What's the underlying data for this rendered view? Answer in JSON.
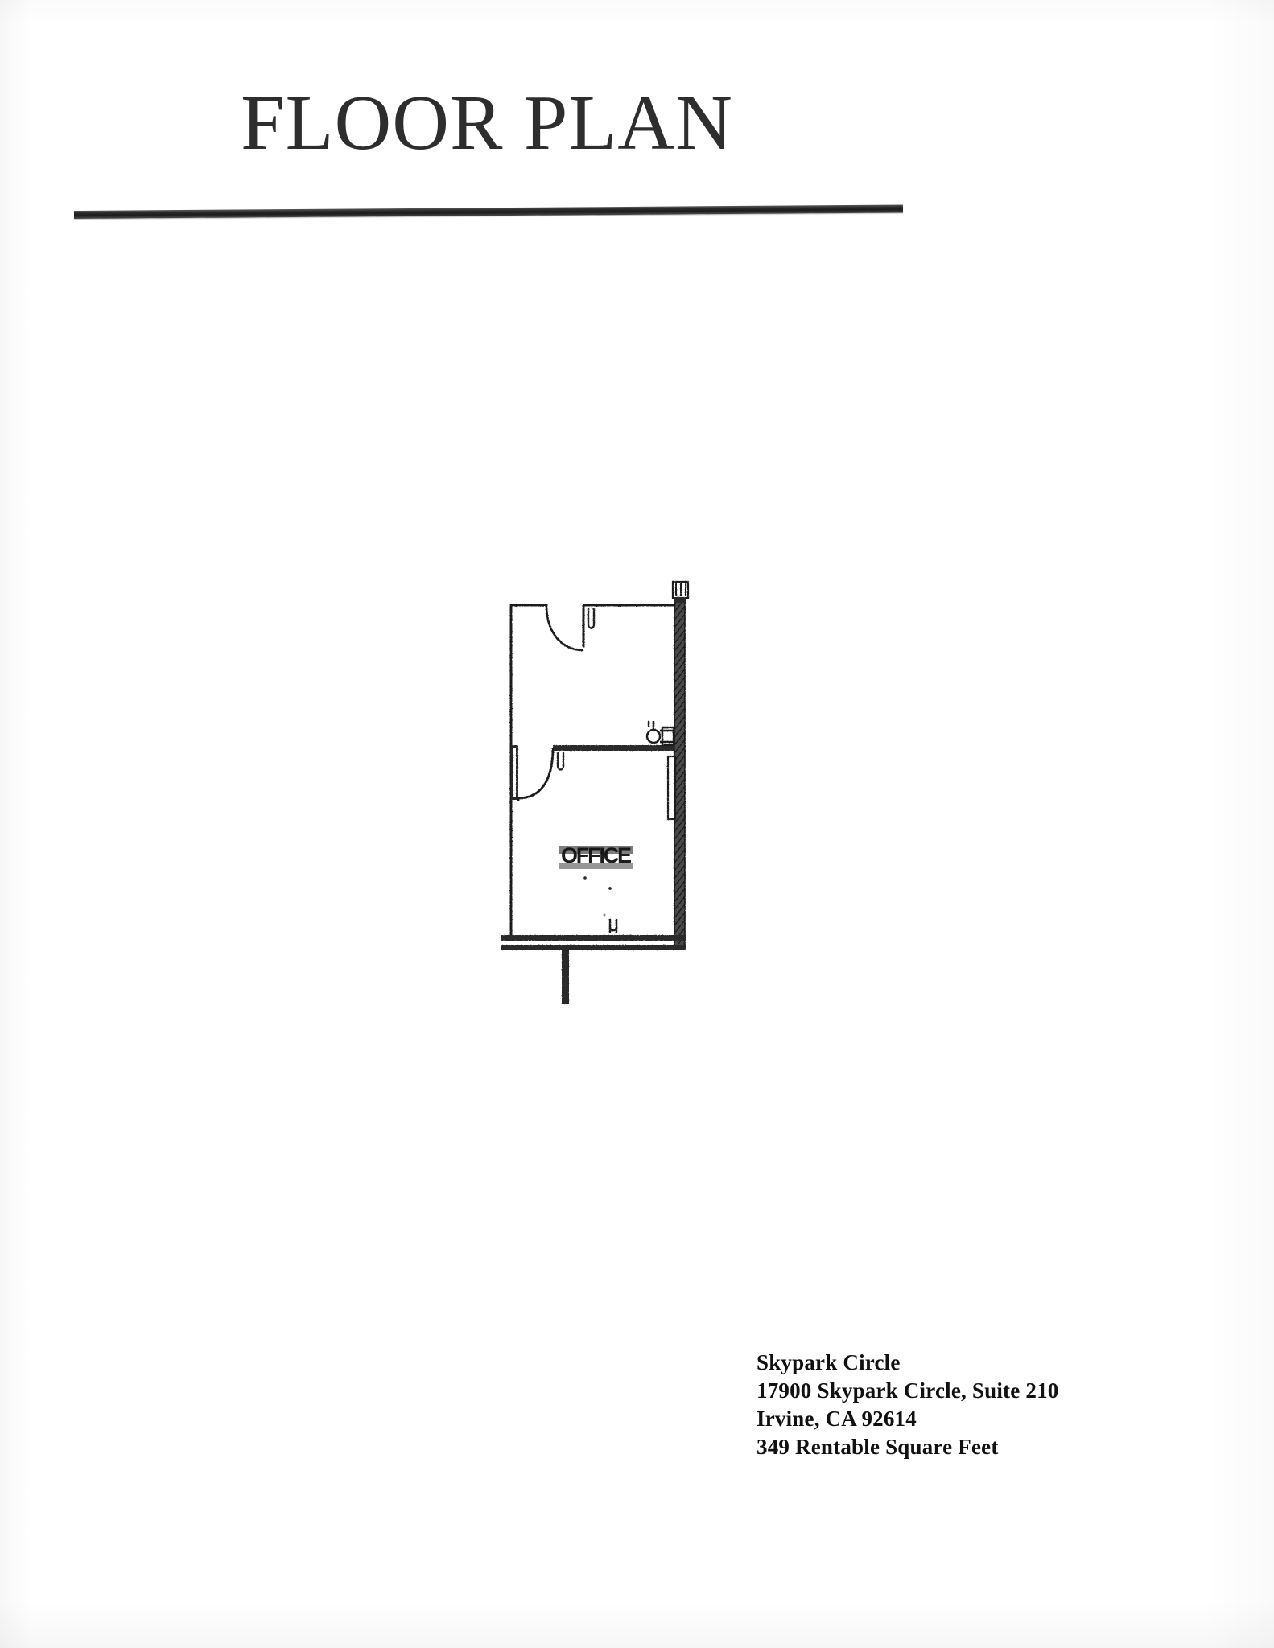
{
  "document": {
    "title": "FLOOR PLAN",
    "divider": "horizontal-rule"
  },
  "floor_plan": {
    "room_label": "OFFICE",
    "features": [
      "entry-door-swing",
      "interior-door-swing",
      "demising-wall-hatched",
      "column-detail",
      "stub-wall",
      "window-mullion-marks"
    ]
  },
  "address": {
    "property_name": "Skypark Circle",
    "street": "17900 Skypark Circle, Suite 210",
    "city_state_zip": "Irvine, CA 92614",
    "area": "349 Rentable Square Feet"
  },
  "colors": {
    "ink": "#111111",
    "title_ink": "#2e2e2e",
    "rule": "#1c1c1c",
    "page": "#ffffff"
  }
}
